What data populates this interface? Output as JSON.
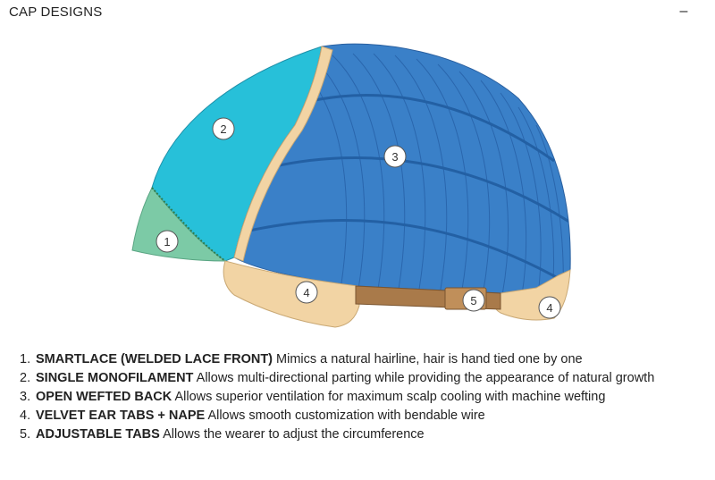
{
  "header": {
    "title": "CAP DESIGNS",
    "collapse_symbol": "–"
  },
  "diagram": {
    "markers": [
      "1",
      "2",
      "3",
      "4",
      "4",
      "5"
    ],
    "colors": {
      "smartlace": "#7ccaa6",
      "monofilament": "#27c0d9",
      "wefted_back": "#3a80c8",
      "ear_tabs": "#f2d4a4",
      "adjustable_tab": "#a97a4a"
    }
  },
  "legend": {
    "items": [
      {
        "num": "1.",
        "title": "SMARTLACE (WELDED LACE FRONT)",
        "desc": "Mimics a natural hairline, hair is hand tied one by one"
      },
      {
        "num": "2.",
        "title": "SINGLE MONOFILAMENT",
        "desc": "Allows multi-directional parting while providing the appearance of natural growth"
      },
      {
        "num": "3.",
        "title": "OPEN WEFTED BACK",
        "desc": "Allows superior ventilation for maximum scalp cooling with machine wefting"
      },
      {
        "num": "4.",
        "title": "VELVET EAR TABS + NAPE",
        "desc": "Allows smooth customization with bendable wire"
      },
      {
        "num": "5.",
        "title": "ADJUSTABLE TABS",
        "desc": "Allows the wearer to adjust the circumference"
      }
    ]
  }
}
